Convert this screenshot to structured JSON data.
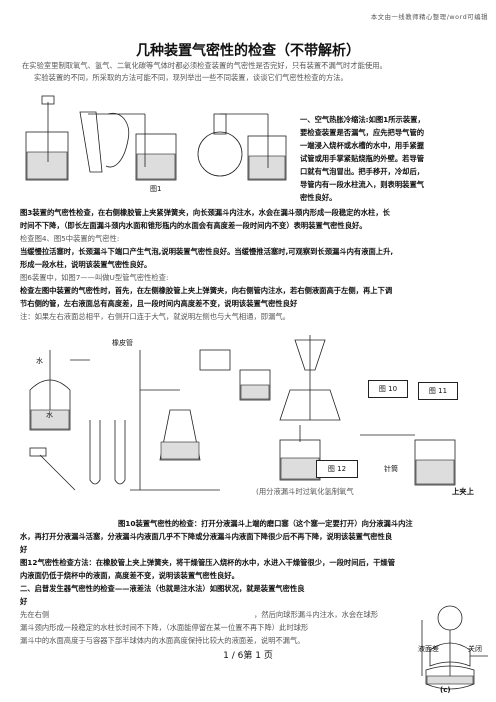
{
  "header": {
    "watermark": "本文由一线教师精心整理/word可编辑"
  },
  "doc": {
    "title": "几种装置气密性的检查（不带解析）",
    "intro": [
      "在实验室里制取氧气、氢气、二氧化碳等气体时都必须检查装置的气密性是否完好，只有装置不漏气时才能使用。",
      "实验装置的不同，所采取的方法可能不同，现列举出一些不同装置，谈谈它们气密性检查的方法。"
    ],
    "section1": [
      "一、空气热胀冷缩法:如图1所示装置，",
      "要检查装置是否漏气，应先把导气管的",
      "一端浸入烧杯或水槽的水中，用手紧握",
      "试管或用手掌紧贴烧瓶的外壁。若导管",
      "口就有气泡冒出。把手移开，冷却后，",
      "导管内有一段水柱流入，则表明装置气",
      "密性良好。"
    ],
    "fig1_label": "图1",
    "para_fig3": [
      "图3装置的气密性检查，在右侧橡胶管上夹紧弹簧夹，向长颈漏斗内注水，水会在漏斗颈内形成一段稳定的水柱，长",
      "时间不下降，（即长左面漏斗颈内水面和锥形瓶内的水面会有高度差一段时间内不变）表明装置气密性良好。"
    ],
    "para_fig4_5": [
      "检查图4、图5中装置的气密性:",
      "当缓慢拉活塞时，长颈漏斗下端口产生气泡,说明装置气密性良好。当缓慢推活塞时,可观察到长颈漏斗内有液面上升,",
      "形成一段水柱，说明该装置气密性良好。"
    ],
    "para_fig6": [
      "图6装置中，如图7——叫做U型管气密性检查:",
      "检查左图中装置的气密性时，首先，在左侧橡胶管上夹上弹簧夹，向右侧管内注水，若右侧液面高于左侧，再上下调",
      "节右侧的管，左右液面总有高度差，且一段时间内高度差不变，说明该装置气密性良好",
      "注：如果左右液面总相平，右侧开口连于大气，就说明左侧也与大气相通，即漏气。"
    ],
    "figure_labels": {
      "rubber_tube": "橡皮管",
      "water1": "水",
      "water2": "水",
      "fig10": "图 10",
      "fig11": "图 11",
      "fig12": "图 12",
      "syringe": "针筒",
      "overlap_note": "(用分液漏斗时过氧化氢制氧气",
      "overlap_tail": "上夹上"
    },
    "para_fig10": [
      "图10装置气密性的检查：打开分液漏斗上端的磨口塞（这个塞一定要打开）向分液漏斗内注",
      "水，再打开分液漏斗活塞，分液漏斗内液面几乎不下降或分液漏斗内液面下降很少后不再下降，说明该装置气密性良",
      "好"
    ],
    "para_fig12": [
      "图12气密性检查方法：在橡胶管上夹上弹簧夹，将干燥管压入烧杯的水中，水进入干燥管很少，一段时间后，干燥管",
      "内液面仍低于烧杯中的液面，高度差不变，说明该装置气密性良好。"
    ],
    "section2": [
      "二、启普发生器气密性的检查——液差法（也就是注水法）如图状况，就是装置气密性良",
      "好"
    ],
    "para_last": [
      "先在右侧",
      "，然后向球形漏斗内注水，水会在球形",
      "漏斗颈内形成一段稳定的水柱长时间不下降，（水面能停留在某一位置不再下降）此时球形",
      "漏斗中的水面高度于与容器下部半球体内的水面高度保持比较大的液面差，说明不漏气。"
    ],
    "kipp_labels": {
      "level_diff": "液面差",
      "closed": "关闭",
      "c": "(c)"
    },
    "footer": "1  / 6第 1  页"
  }
}
